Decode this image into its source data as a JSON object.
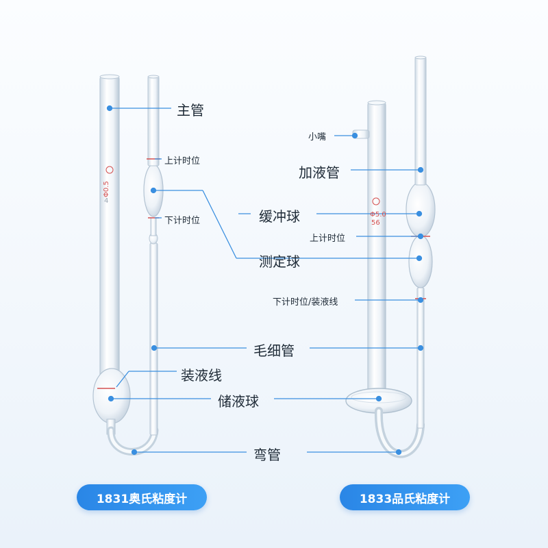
{
  "colors": {
    "accent": "#3a8fe0",
    "mark_red": "#d45050",
    "pill_blue": "#2f8fec",
    "glass": "#c9d6e2"
  },
  "left_instrument": {
    "caption": "1831奥氏粘度计",
    "glass_marks": [
      "Φ0.5",
      "4"
    ],
    "labels": {
      "main_tube": "主管",
      "upper_timing": "上计时位",
      "lower_timing": "下计时位",
      "fill_line": "装液线",
      "reservoir_bulb": "储液球"
    }
  },
  "right_instrument": {
    "caption": "1833品氏粘度计",
    "glass_marks": [
      "Φ5.0",
      "56"
    ],
    "labels": {
      "nozzle": "小嘴",
      "filling_tube": "加液管",
      "upper_timing": "上计时位",
      "lower_timing_fill": "下计时位/装液线"
    }
  },
  "shared_labels": {
    "buffer_bulb": "缓冲球",
    "measuring_bulb": "测定球",
    "capillary": "毛细管",
    "u_bend": "弯管"
  }
}
